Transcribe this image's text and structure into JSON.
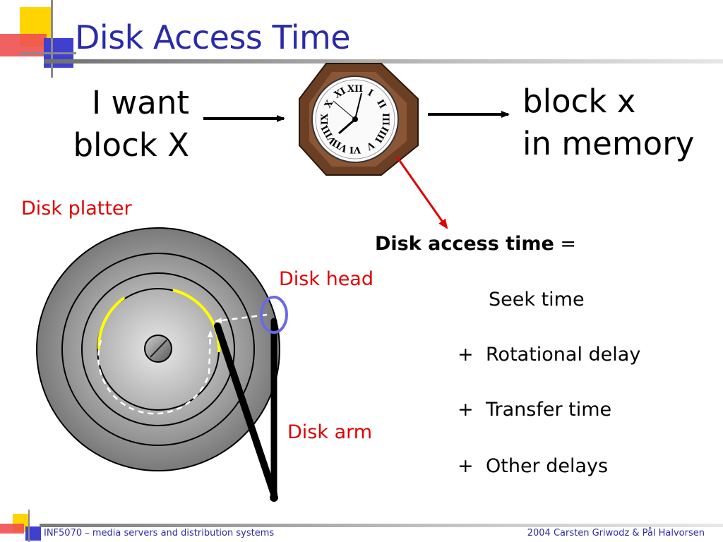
{
  "slide": {
    "title": "Disk Access Time",
    "request_line1": "I want",
    "request_line2": "block X",
    "result_line1": "block x",
    "result_line2": "in memory",
    "labels": {
      "platter": "Disk platter",
      "head": "Disk head",
      "arm": "Disk arm"
    },
    "equation": {
      "title_bold": "Disk access time",
      "title_rest": " =",
      "first_term": "Seek time",
      "plus": "+",
      "terms": [
        "Rotational delay",
        "Transfer time",
        "Other delays"
      ]
    },
    "clock_numerals": [
      "XII",
      "I",
      "II",
      "III",
      "IIII",
      "V",
      "VI",
      "VII",
      "VIII",
      "IX",
      "X",
      "XI"
    ]
  },
  "footer": {
    "left": "INF5070 – media servers and distribution systems",
    "right": "2004  Carsten Griwodz & Pål Halvorsen"
  },
  "colors": {
    "title": "#2b2ba8",
    "accent_red": "#e00000",
    "head_circle": "#6a6ae6",
    "track_highlight": "#ffff00",
    "clock_wood": "#6b3f24"
  }
}
